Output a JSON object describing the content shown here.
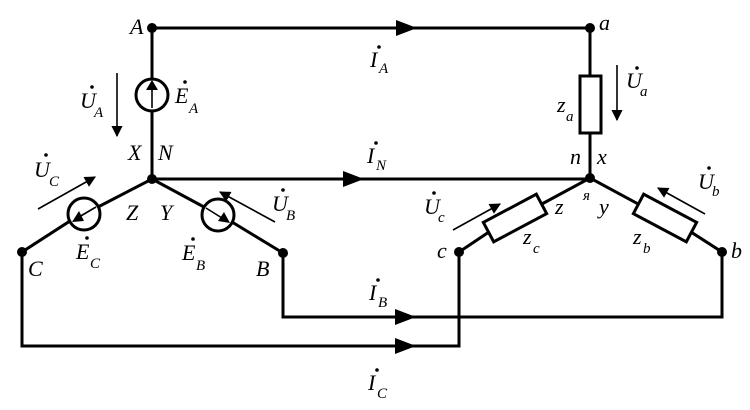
{
  "diagram": {
    "title": "Three-phase four-wire star-star circuit",
    "type": "circuit",
    "colors": {
      "line": "#000000",
      "background": "#ffffff"
    },
    "generator_nodes": {
      "A": "A",
      "B": "B",
      "C": "C",
      "N": "N",
      "X": "X",
      "Y": "Y",
      "Z": "Z"
    },
    "load_nodes": {
      "a": "a",
      "b": "b",
      "c": "c",
      "n": "n",
      "x": "x",
      "y": "y",
      "z": "z",
      "ya": "я"
    },
    "sources": [
      {
        "id": "EA",
        "base": "E",
        "sub": "A"
      },
      {
        "id": "EB",
        "base": "E",
        "sub": "B"
      },
      {
        "id": "EC",
        "base": "E",
        "sub": "C"
      }
    ],
    "impedances": [
      {
        "id": "za",
        "base": "z",
        "sub": "a"
      },
      {
        "id": "zb",
        "base": "z",
        "sub": "b"
      },
      {
        "id": "zc",
        "base": "z",
        "sub": "c"
      }
    ],
    "currents": [
      {
        "id": "IA",
        "base": "I",
        "sub": "A"
      },
      {
        "id": "IB",
        "base": "I",
        "sub": "B"
      },
      {
        "id": "IC",
        "base": "I",
        "sub": "C"
      },
      {
        "id": "IN",
        "base": "I",
        "sub": "N"
      }
    ],
    "voltages": [
      {
        "id": "UA",
        "base": "U",
        "sub": "A"
      },
      {
        "id": "UB",
        "base": "U",
        "sub": "B"
      },
      {
        "id": "UC",
        "base": "U",
        "sub": "C"
      },
      {
        "id": "Ua",
        "base": "U",
        "sub": "a"
      },
      {
        "id": "Ub",
        "base": "U",
        "sub": "b"
      },
      {
        "id": "Uc",
        "base": "U",
        "sub": "c"
      }
    ]
  }
}
